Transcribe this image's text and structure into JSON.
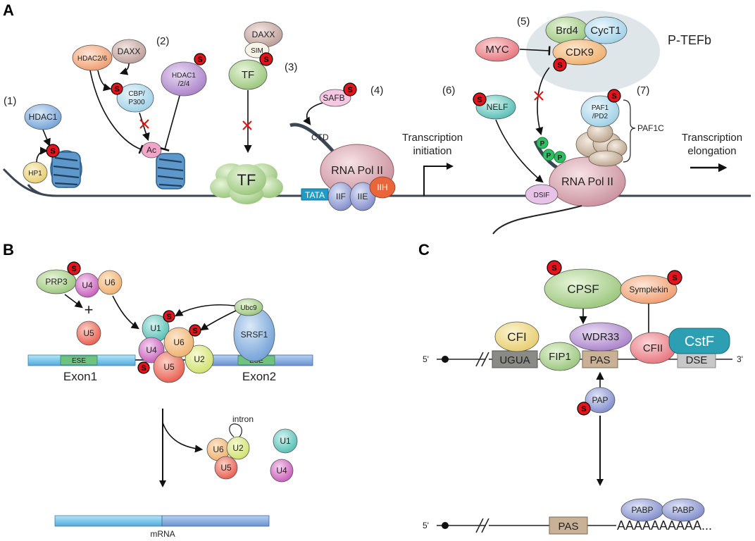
{
  "panels": {
    "A": "A",
    "B": "B",
    "C": "C"
  },
  "panel_a": {
    "step1": "(1)",
    "step2": "(2)",
    "step3": "(3)",
    "step4": "(4)",
    "step5": "(5)",
    "step6": "(6)",
    "step7": "(7)",
    "hdac1": "HDAC1",
    "hp1": "HP1",
    "hdac26": "HDAC2/6",
    "daxx": "DAXX",
    "cbp_1": "CBP/",
    "cbp_2": "P300",
    "hdac124_1": "HDAC1",
    "hdac124_2": "/2/4",
    "ac": "Ac",
    "daxx3": "DAXX",
    "sim": "SIM",
    "tf_small": "TF",
    "tf_big": "TF",
    "safb": "SAFB",
    "ctd": "CTD",
    "rnapol": "RNA Pol II",
    "tata": "TATA",
    "iif": "IIF",
    "iie": "IIE",
    "iih": "IIH",
    "initiation_1": "Transcription",
    "initiation_2": "initiation",
    "myc": "MYC",
    "brd4": "Brd4",
    "cyct1": "CycT1",
    "cdk9": "CDK9",
    "ptefb": "P-TEFb",
    "nelf": "NELF",
    "p": "P",
    "paf1_1": "PAF1",
    "paf1_2": "/PD2",
    "paf1c": "PAF1C",
    "dsif": "DSIF",
    "rnapol2": "RNA Pol II",
    "elongation_1": "Transcription",
    "elongation_2": "elongation",
    "s": "S"
  },
  "panel_b": {
    "prp3": "PRP3",
    "u4": "U4",
    "u6": "U6",
    "u5": "U5",
    "plus": "+",
    "u1": "U1",
    "u2": "U2",
    "ubc9": "Ubc9",
    "srsf1": "SRSF1",
    "ese": "ESE",
    "exon1": "Exon1",
    "exon2": "Exon2",
    "intron": "intron",
    "mrna": "mRNA"
  },
  "panel_c": {
    "cpsf": "CPSF",
    "symplekin": "Symplekin",
    "cfi": "CFI",
    "wdr33": "WDR33",
    "cstf": "CstF",
    "five": "5'",
    "three": "3'",
    "ugua": "UGUA",
    "fip1": "FIP1",
    "pas": "PAS",
    "cfii": "CFII",
    "dse": "DSE",
    "pap": "PAP",
    "pabp": "PABP",
    "polya": "AAAAAAAAAA..."
  },
  "colors": {
    "sumo": "#e3141b",
    "dna": "#3a4652",
    "pol2": "#c98f9c",
    "tf": "#9bc87c",
    "hdac1": "#6f9fd6",
    "ptefb_bg": "#dfe6ea"
  }
}
